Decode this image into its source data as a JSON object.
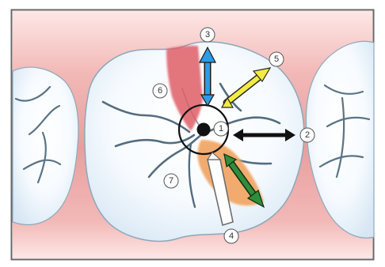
{
  "figure": {
    "markers": [
      {
        "id": "1",
        "label": "1"
      },
      {
        "id": "2",
        "label": "2"
      },
      {
        "id": "3",
        "label": "3"
      },
      {
        "id": "4",
        "label": "4"
      },
      {
        "id": "5",
        "label": "5"
      },
      {
        "id": "6",
        "label": "6"
      },
      {
        "id": "7",
        "label": "7"
      }
    ]
  },
  "colors": {
    "frame": "#666666",
    "gum": "#e9a3a2",
    "tooth_enamel": "#f5f9fd",
    "fissure": "#4f6577",
    "red_region": "#df5b65",
    "orange_region": "#f2a35e",
    "arrow_blue": "#2f9be3",
    "arrow_yellow": "#f2eb42",
    "arrow_black": "#111111",
    "arrow_green": "#2f8d3b",
    "arrow_white": "#ffffff"
  }
}
